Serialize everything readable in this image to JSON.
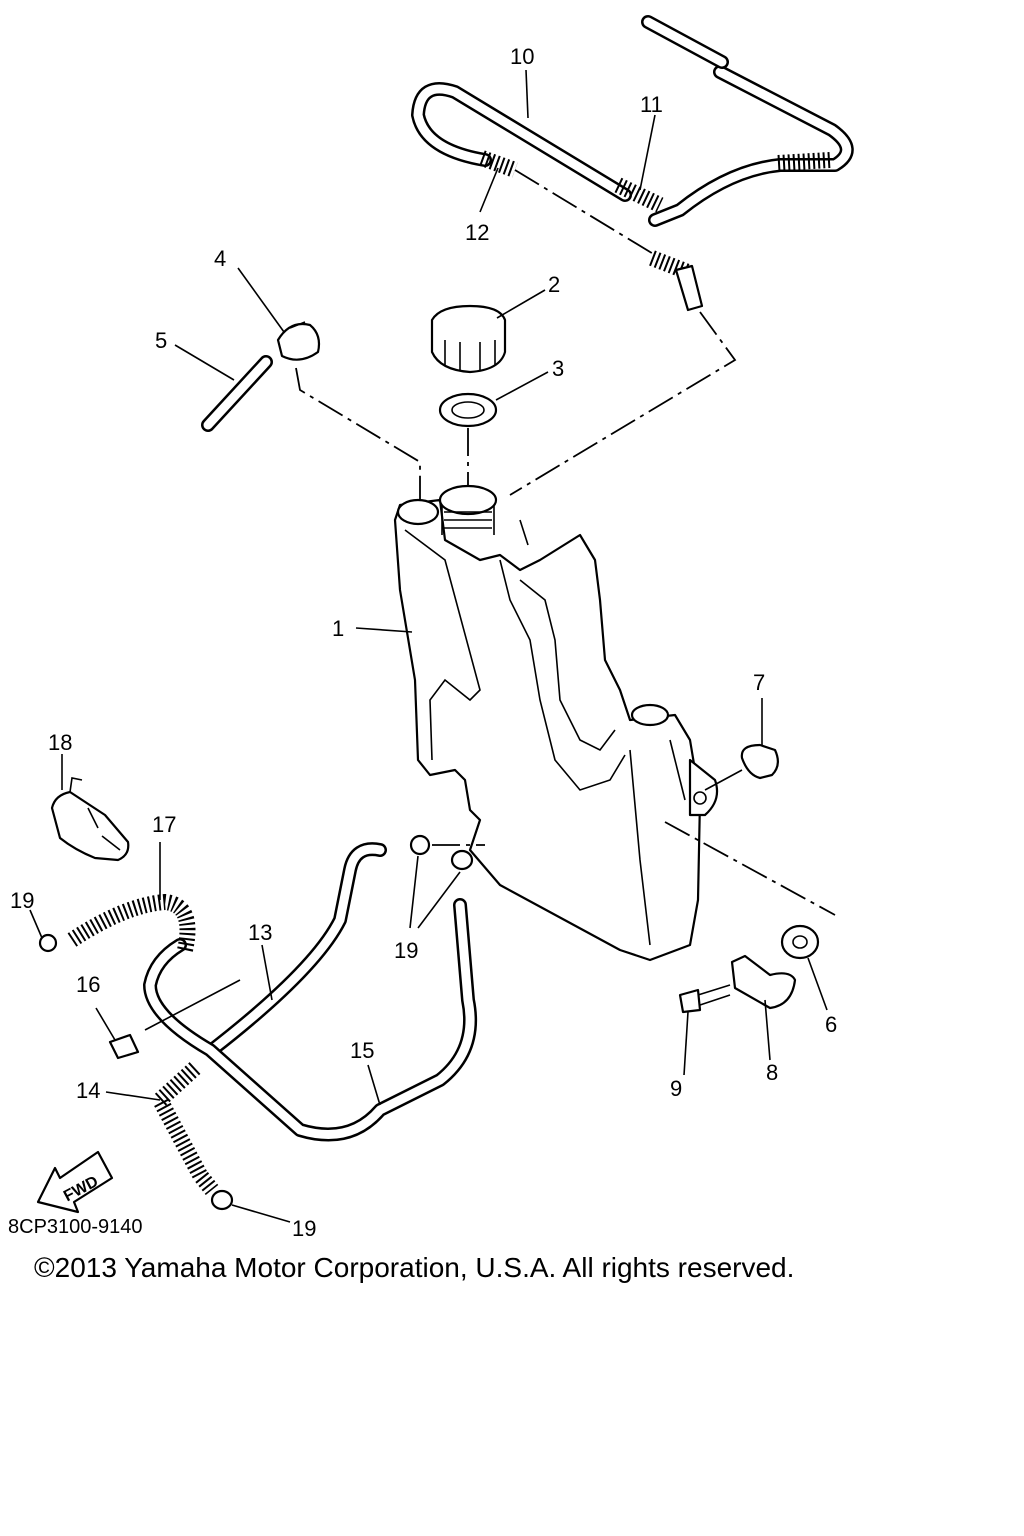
{
  "diagram": {
    "drawing_code": "8CP3100-9140",
    "copyright": "©2013 Yamaha Motor Corporation, U.S.A. All rights reserved.",
    "fwd_label": "FWD",
    "callouts": [
      "1",
      "2",
      "3",
      "4",
      "5",
      "6",
      "7",
      "8",
      "9",
      "10",
      "11",
      "12",
      "13",
      "14",
      "15",
      "16",
      "17",
      "18",
      "19",
      "19",
      "19",
      "19"
    ]
  }
}
